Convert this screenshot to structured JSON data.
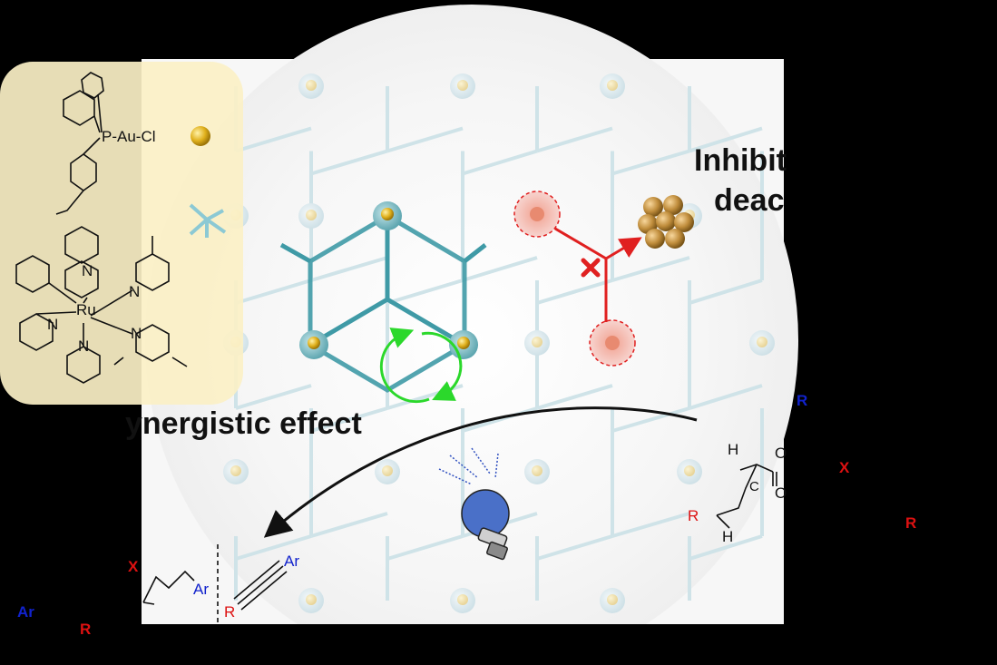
{
  "annotations": {
    "inhibit_line1": "Inhibit",
    "inhibit_line2": "deac",
    "synergy": "ynergistic effect"
  },
  "gold_complex": {
    "phosphine_label": "P-Au-Cl",
    "metal_label": "Ru",
    "n_label": "N"
  },
  "alkyne": {
    "ar_label": "Ar",
    "r_label": "R"
  },
  "product": {
    "x_label": "X",
    "ar_label": "Ar"
  },
  "left_edge": {
    "ar_label": "Ar",
    "r_label": "R"
  },
  "allene": {
    "h_label": "H",
    "c_label": "C",
    "o_label": "O",
    "r_label": "R"
  },
  "right_edge": {
    "r_blue": "R",
    "x_red": "X",
    "r_red": "R"
  },
  "colors": {
    "framework": "#9ec9d4",
    "framework_dark": "#3f9aa6",
    "gold": "#e2b523",
    "highlight_red": "#e02020",
    "cycle_green": "#2bd82b",
    "bulb_blue": "#4a70c8",
    "panel_yellow": "#fbf0c6"
  }
}
